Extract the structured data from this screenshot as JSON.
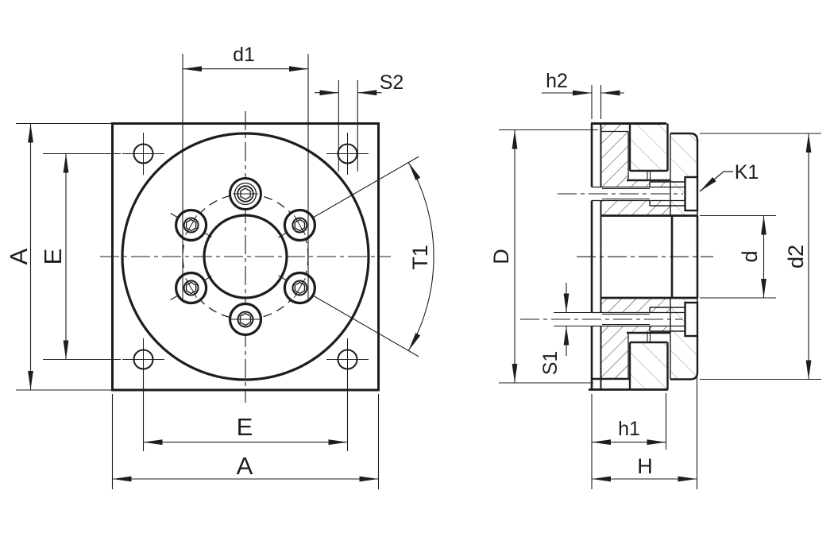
{
  "page": {
    "background": "#ffffff",
    "ink": "#1d1d1b",
    "hatch_dense": "#2e2e2e",
    "hatch_light": "#9a9a9a"
  },
  "front_view": {
    "description": "front view of square clamping flange with 6 bolts on bolt circle and 4 corner holes",
    "labels": {
      "d1": "d1",
      "s2": "S2",
      "a_left": "A",
      "e_left": "E",
      "e_bottom": "E",
      "a_bottom": "A",
      "t1": "T1"
    }
  },
  "section_view": {
    "description": "side cross-section of flange hub with clamping ring and socket head screws",
    "labels": {
      "h2": "h2",
      "k1": "K1",
      "d_outer": "D",
      "d_bore": "d",
      "d2": "d2",
      "s1": "S1",
      "h1": "h1",
      "h_total": "H"
    }
  }
}
